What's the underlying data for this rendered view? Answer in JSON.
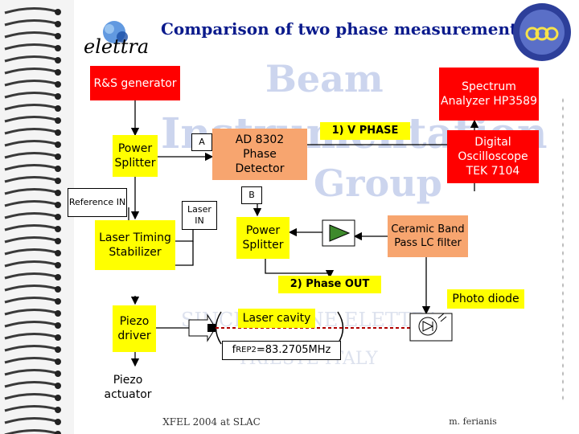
{
  "header": {
    "title": "Comparison of two phase measurements",
    "logo_left_text": "elettra"
  },
  "blocks": {
    "rs_generator": "R&S generator",
    "spectrum_analyzer": "Spectrum Analyzer HP3589",
    "power_splitter_1": "Power Splitter",
    "ad8302": "AD 8302 Phase Detector",
    "oscilloscope": "Digital Oscilloscope TEK 7104",
    "reference_in": "Reference IN",
    "laser_timing": "Laser Timing Stabilizer",
    "power_splitter_2": "Power Splitter",
    "filter": "Ceramic Band Pass LC filter",
    "piezo_driver": "Piezo driver",
    "piezo_actuator": "Piezo actuator",
    "photo_diode": "Photo diode",
    "laser_cavity": "Laser cavity",
    "freq_prefix": "f",
    "freq_sub": "REP2",
    "freq_value": "=83.2705MHz"
  },
  "labels": {
    "a": "A",
    "b": "B",
    "laser_in": "Laser IN",
    "v_phase": "1) V PHASE",
    "phase_out": "2) Phase OUT"
  },
  "footer": {
    "left": "XFEL 2004 at SLAC",
    "right": "m. ferianis"
  },
  "colors": {
    "red_block": "#ff0000",
    "yellow_block": "#ffff00",
    "salmon_block": "#f7a56f",
    "title": "#0a1a8c",
    "watermark": "#b9c4e8"
  }
}
